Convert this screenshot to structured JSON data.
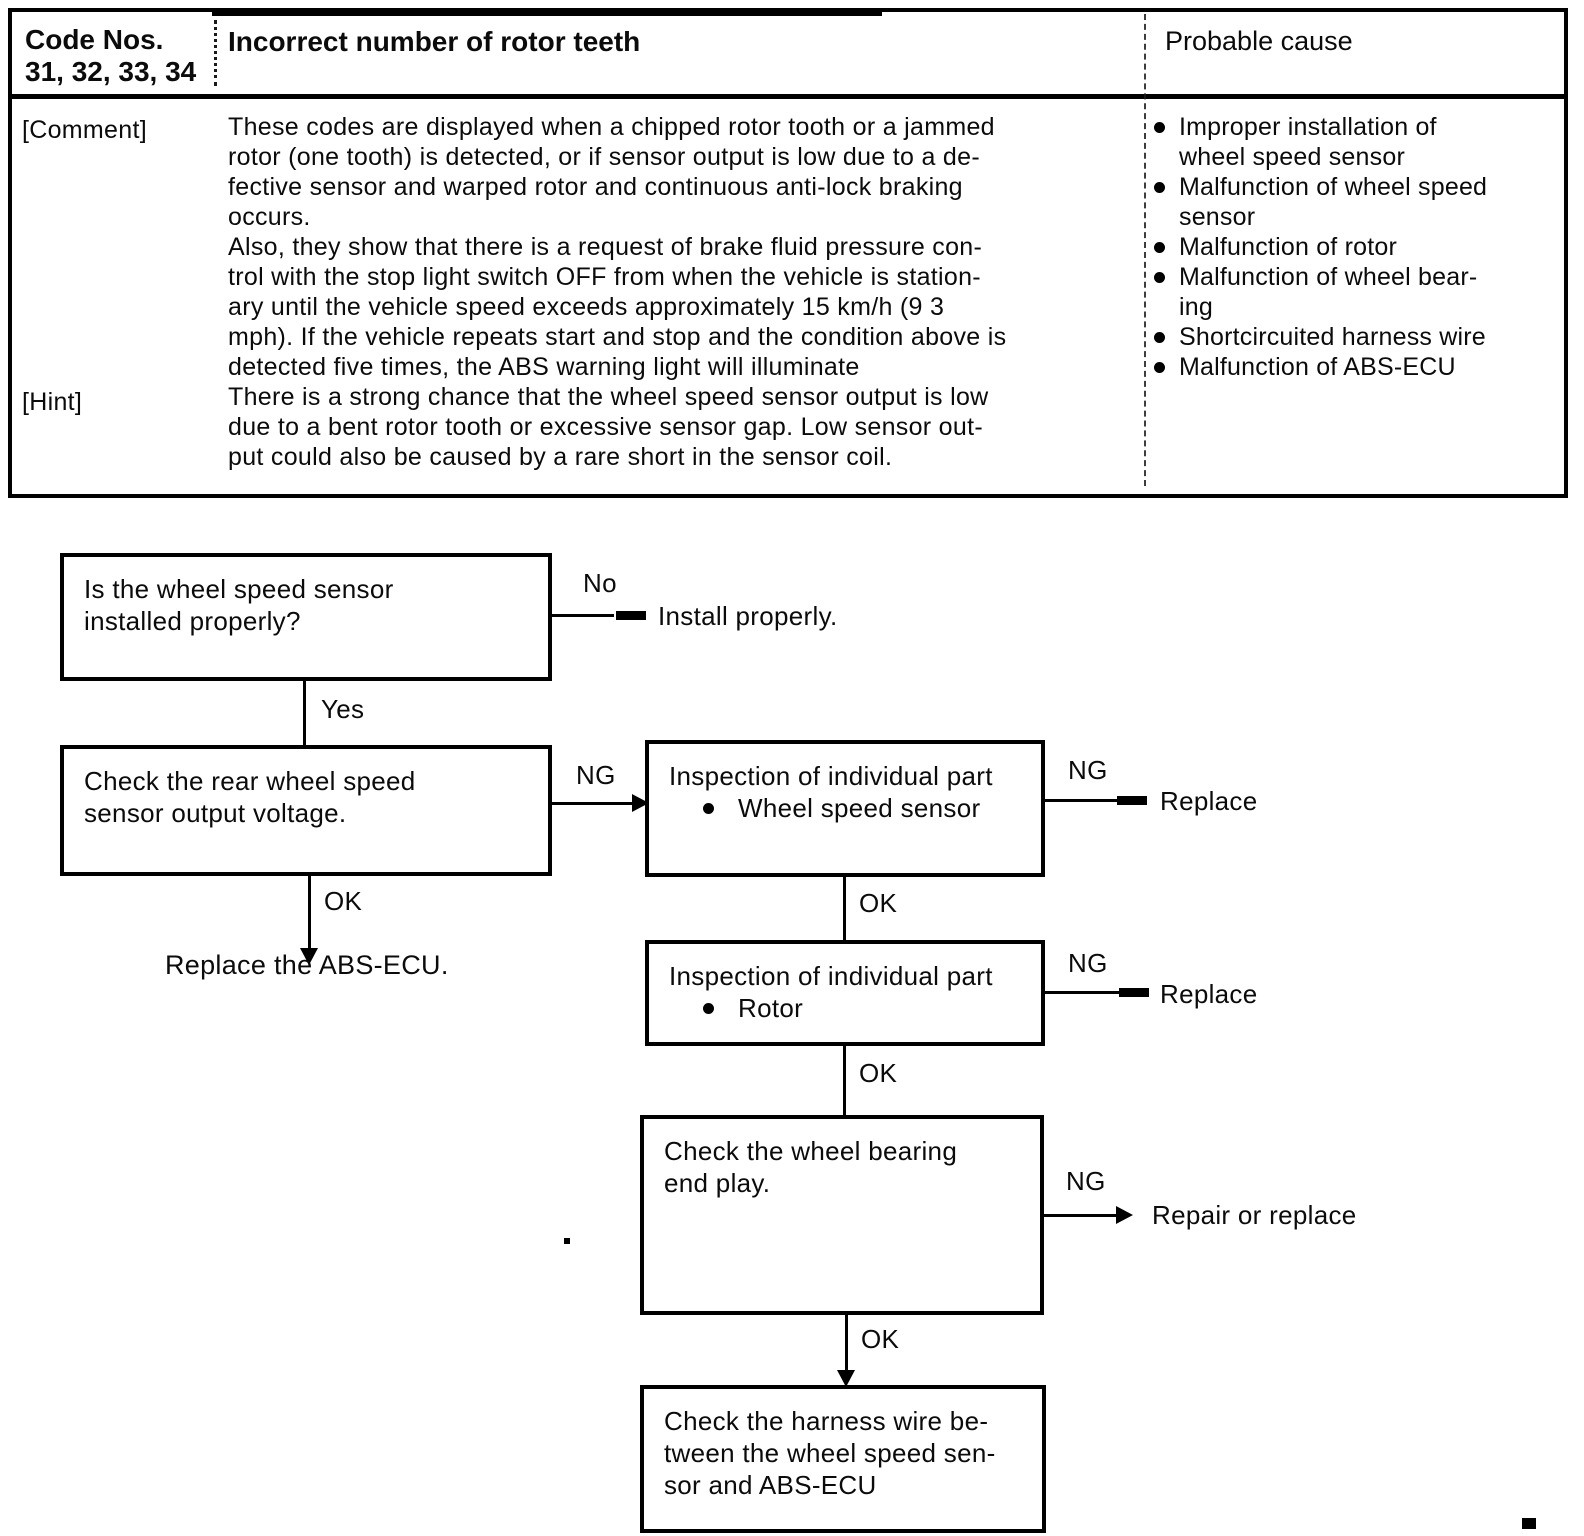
{
  "table": {
    "header": {
      "code_line1": "Code Nos.",
      "code_line2": "31, 32, 33, 34",
      "title": "Incorrect number of rotor teeth",
      "cause": "Probable cause"
    },
    "comment_label": "[Comment]",
    "comment_lines": [
      "These codes are displayed when a chipped rotor tooth or a jammed",
      "rotor (one tooth) is detected, or if sensor output is low due to a de-",
      "fective sensor and warped rotor and continuous anti-lock braking",
      "occurs.",
      "Also, they show that there is a request of brake fluid pressure con-",
      "trol with the stop light switch OFF from when the vehicle is station-",
      "ary until the vehicle speed exceeds approximately 15 km/h (9 3",
      "mph). If the vehicle repeats start and stop and the condition above is",
      "detected five times, the ABS warning light will illuminate"
    ],
    "hint_label": "[Hint]",
    "hint_lines": [
      "There is a strong chance that the wheel speed sensor output is low",
      "due to a bent rotor tooth or excessive sensor gap. Low sensor out-",
      "put could also be caused by a rare short in the sensor coil."
    ],
    "causes": [
      "Improper installation of\nwheel speed sensor",
      "Malfunction of wheel speed\nsensor",
      "Malfunction of rotor",
      "Malfunction of wheel bear-\ning",
      "Shortcircuited harness wire",
      "Malfunction of ABS-ECU"
    ]
  },
  "flow": {
    "q_install": {
      "line1": "Is the wheel speed sensor",
      "line2": "installed properly?"
    },
    "no_label": "No",
    "install_properly": "Install properly.",
    "yes_label": "Yes",
    "q_output": {
      "line1": "Check the rear wheel speed",
      "line2": "sensor output voltage."
    },
    "ng1": "NG",
    "q_part_sensor": {
      "line1": "Inspection of individual part",
      "bullet": "Wheel speed sensor"
    },
    "ng2": "NG",
    "replace1": "Replace",
    "ok1": "OK",
    "replace_ecu": "Replace the ABS-ECU.",
    "ok2": "OK",
    "q_part_rotor": {
      "line1": "Inspection of individual part",
      "bullet": "Rotor"
    },
    "ng3": "NG",
    "replace2": "Replace",
    "ok3": "OK",
    "q_bearing": {
      "line1": "Check the wheel bearing",
      "line2": "end play."
    },
    "ng4": "NG",
    "repair_or_replace": "Repair or replace",
    "ok4": "OK",
    "q_harness": {
      "line1": "Check the harness wire be-",
      "line2": "tween the wheel speed sen-",
      "line3": "sor and ABS-ECU"
    }
  }
}
